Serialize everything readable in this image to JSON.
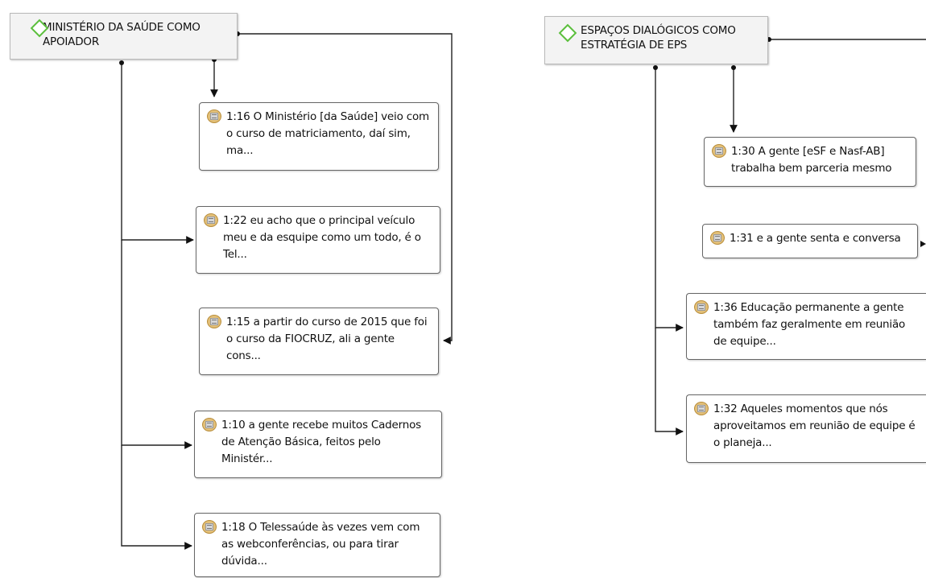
{
  "codes": [
    {
      "id": "code-ministerio",
      "label": "MINISTÉRIO DA SAÚDE COMO APOIADOR",
      "icon": "code-diamond-icon",
      "color": "#5bbf3c"
    },
    {
      "id": "code-espacos",
      "label": "ESPAÇOS DIALÓGICOS COMO ESTRATÉGIA DE EPS",
      "icon": "code-diamond-icon",
      "color": "#5bbf3c"
    }
  ],
  "quotations": [
    {
      "id": "q-1-16",
      "text": "1:16 O Ministério [da Saúde] veio com o curso de matriciamento, daí sim, ma...",
      "icon": "quotation-icon"
    },
    {
      "id": "q-1-22",
      "text": "1:22 eu acho que o principal veículo meu e da esquipe como um todo, é o Tel...",
      "icon": "quotation-icon"
    },
    {
      "id": "q-1-15",
      "text": "1:15 a partir do curso de 2015 que foi o curso da FIOCRUZ, ali a gente cons...",
      "icon": "quotation-icon"
    },
    {
      "id": "q-1-10",
      "text": "1:10 a gente recebe muitos Cadernos de Atenção Básica, feitos pelo Ministér...",
      "icon": "quotation-icon"
    },
    {
      "id": "q-1-18",
      "text": "1:18 O Telessaúde às vezes vem com as webconferências, ou para tirar dúvida...",
      "icon": "quotation-icon"
    },
    {
      "id": "q-1-30",
      "text": "1:30 A gente [eSF e Nasf-AB] trabalha bem parceria mesmo",
      "icon": "quotation-icon"
    },
    {
      "id": "q-1-31",
      "text": "1:31 e a gente senta e conversa",
      "icon": "quotation-icon"
    },
    {
      "id": "q-1-36",
      "text": "1:36 Educação permanente a gente também faz geralmente em reunião de equipe...",
      "icon": "quotation-icon"
    },
    {
      "id": "q-1-32",
      "text": "1:32 Aqueles momentos que nós aproveitamos em reunião de equipe é o planeja...",
      "icon": "quotation-icon"
    }
  ],
  "connections": [
    {
      "from": "code-ministerio",
      "to": "q-1-16"
    },
    {
      "from": "code-ministerio",
      "to": "q-1-22"
    },
    {
      "from": "code-ministerio",
      "to": "q-1-15"
    },
    {
      "from": "code-ministerio",
      "to": "q-1-10"
    },
    {
      "from": "code-ministerio",
      "to": "q-1-18"
    },
    {
      "from": "code-espacos",
      "to": "q-1-30"
    },
    {
      "from": "code-espacos",
      "to": "q-1-31"
    },
    {
      "from": "code-espacos",
      "to": "q-1-36"
    },
    {
      "from": "code-espacos",
      "to": "q-1-32"
    }
  ]
}
